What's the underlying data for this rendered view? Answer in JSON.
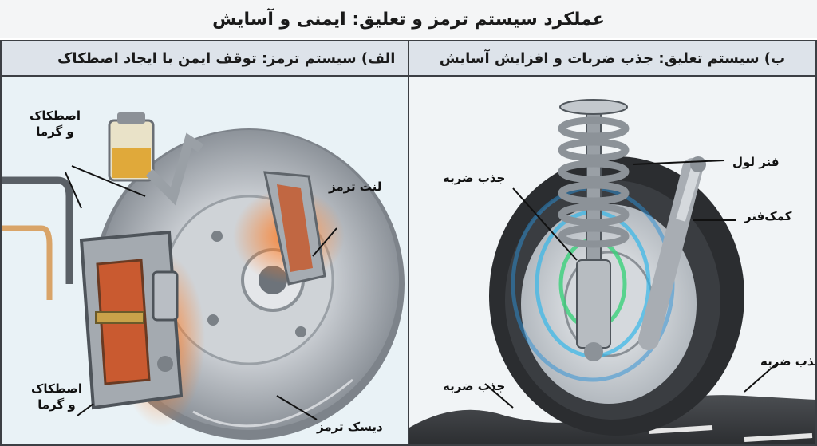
{
  "title": "عملکرد سیستم ترمز و تعلیق: ایمنی و آسایش",
  "left_panel": {
    "header": "الف) سیستم ترمز: توقف ایمن با ایجاد اصطکاک",
    "labels": {
      "friction_heat_top": "اصطکاک و گرما",
      "brake_pad": "لنت ترمز",
      "brake_disc": "دیسک ترمز",
      "friction_heat_bottom": "اصطکاک و گرما"
    }
  },
  "right_panel": {
    "header": "ب) سیستم تعلیق: جذب ضربات و افزایش آسایش",
    "labels": {
      "coil_spring": "فنر لول",
      "shock_absorption_top": "جذب ضربه",
      "shock_absorber": "کمک‌فنر",
      "shock_absorption_right": "جذب ضربه",
      "shock_absorption_bottom": "جذب ضربه"
    }
  },
  "colors": {
    "panel_border": "#3c3f44",
    "heat_glow": "#ff6a1a",
    "shock_wave": "#3ad17a",
    "disc": "#b9bec4",
    "caliper": "#9ea4aa",
    "tire": "#2b2d30"
  }
}
